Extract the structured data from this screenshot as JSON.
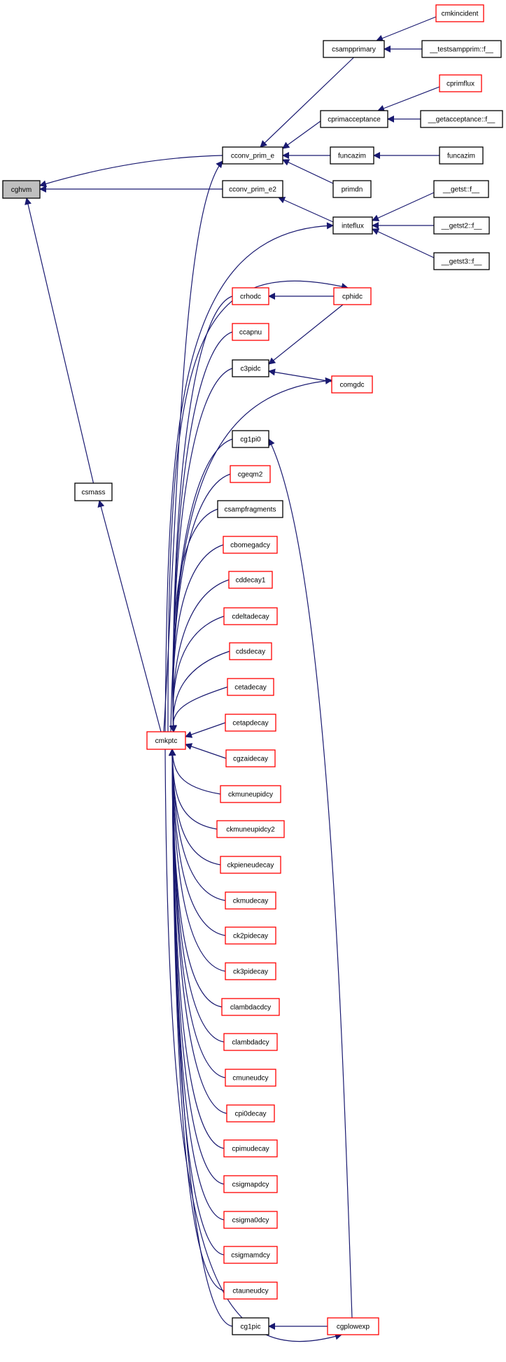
{
  "colors": {
    "edge": "#191970",
    "focus_fill": "#bfbfbf",
    "black_border": "#000000",
    "red_border": "#ff0000",
    "node_fill": "#ffffff"
  },
  "nodes": [
    {
      "id": "cghvm",
      "label": "cghvm",
      "style": "focus"
    },
    {
      "id": "cconv_prim_e",
      "label": "cconv_prim_e",
      "style": "black"
    },
    {
      "id": "cconv_prim_e2",
      "label": "cconv_prim_e2",
      "style": "black"
    },
    {
      "id": "csampprimary",
      "label": "csampprimary",
      "style": "black"
    },
    {
      "id": "cmkincident",
      "label": "cmkincident",
      "style": "red"
    },
    {
      "id": "testsampprim",
      "label": "__testsampprim::f__",
      "style": "black"
    },
    {
      "id": "cprimflux",
      "label": "cprimflux",
      "style": "red"
    },
    {
      "id": "cprimacceptance",
      "label": "cprimacceptance",
      "style": "black"
    },
    {
      "id": "getacceptance",
      "label": "__getacceptance::f__",
      "style": "black"
    },
    {
      "id": "funcazim1",
      "label": "funcazim",
      "style": "black"
    },
    {
      "id": "funcazim2",
      "label": "funcazim",
      "style": "black"
    },
    {
      "id": "primdn",
      "label": "primdn",
      "style": "black"
    },
    {
      "id": "getst",
      "label": "__getst::f__",
      "style": "black"
    },
    {
      "id": "inteflux",
      "label": "inteflux",
      "style": "black"
    },
    {
      "id": "getst2",
      "label": "__getst2::f__",
      "style": "black"
    },
    {
      "id": "getst3",
      "label": "__getst3::f__",
      "style": "black"
    },
    {
      "id": "crhodc",
      "label": "crhodc",
      "style": "red"
    },
    {
      "id": "cphidc",
      "label": "cphidc",
      "style": "red"
    },
    {
      "id": "ccapnu",
      "label": "ccapnu",
      "style": "red"
    },
    {
      "id": "c3pidc",
      "label": "c3pidc",
      "style": "black"
    },
    {
      "id": "comgdc",
      "label": "comgdc",
      "style": "red"
    },
    {
      "id": "cg1pi0",
      "label": "cg1pi0",
      "style": "black"
    },
    {
      "id": "cgeqm2",
      "label": "cgeqm2",
      "style": "red"
    },
    {
      "id": "csmass",
      "label": "csmass",
      "style": "black"
    },
    {
      "id": "csampfragments",
      "label": "csampfragments",
      "style": "black"
    },
    {
      "id": "cbomegadcy",
      "label": "cbomegadcy",
      "style": "red"
    },
    {
      "id": "cddecay1",
      "label": "cddecay1",
      "style": "red"
    },
    {
      "id": "cdeltadecay",
      "label": "cdeltadecay",
      "style": "red"
    },
    {
      "id": "cdsdecay",
      "label": "cdsdecay",
      "style": "red"
    },
    {
      "id": "cetadecay",
      "label": "cetadecay",
      "style": "red"
    },
    {
      "id": "cetapdecay",
      "label": "cetapdecay",
      "style": "red"
    },
    {
      "id": "cmkptc",
      "label": "cmkptc",
      "style": "red"
    },
    {
      "id": "cgzaidecay",
      "label": "cgzaidecay",
      "style": "red"
    },
    {
      "id": "ckmuneupidcy",
      "label": "ckmuneupidcy",
      "style": "red"
    },
    {
      "id": "ckmuneupidcy2",
      "label": "ckmuneupidcy2",
      "style": "red"
    },
    {
      "id": "ckpieneudecay",
      "label": "ckpieneudecay",
      "style": "red"
    },
    {
      "id": "ckmudecay",
      "label": "ckmudecay",
      "style": "red"
    },
    {
      "id": "ck2pidecay",
      "label": "ck2pidecay",
      "style": "red"
    },
    {
      "id": "ck3pidecay",
      "label": "ck3pidecay",
      "style": "red"
    },
    {
      "id": "clambdacdcy",
      "label": "clambdacdcy",
      "style": "red"
    },
    {
      "id": "clambdadcy",
      "label": "clambdadcy",
      "style": "red"
    },
    {
      "id": "cmuneudcy",
      "label": "cmuneudcy",
      "style": "red"
    },
    {
      "id": "cpi0decay",
      "label": "cpi0decay",
      "style": "red"
    },
    {
      "id": "cpimudecay",
      "label": "cpimudecay",
      "style": "red"
    },
    {
      "id": "csigmapdcy",
      "label": "csigmapdcy",
      "style": "red"
    },
    {
      "id": "csigma0dcy",
      "label": "csigma0dcy",
      "style": "red"
    },
    {
      "id": "csigmamdcy",
      "label": "csigmamdcy",
      "style": "red"
    },
    {
      "id": "ctauneudcy",
      "label": "ctauneudcy",
      "style": "red"
    },
    {
      "id": "cg1pic",
      "label": "cg1pic",
      "style": "black"
    },
    {
      "id": "cgplowexp",
      "label": "cgplowexp",
      "style": "red"
    }
  ]
}
